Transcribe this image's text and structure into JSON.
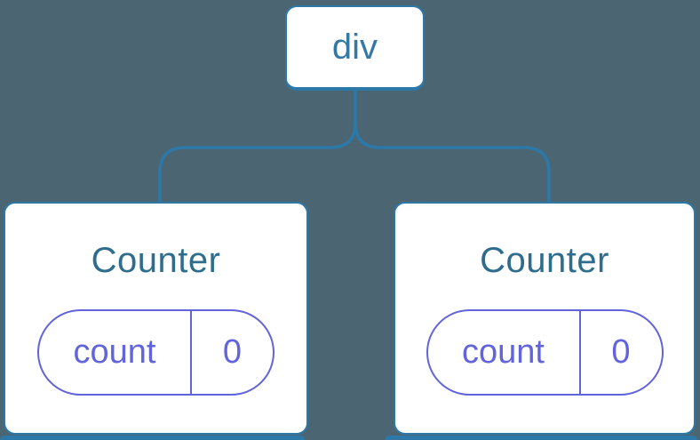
{
  "colors": {
    "background": "#4C6572",
    "connector": "#2C79A9",
    "card_background": "#FFFFFF",
    "root_label_text": "#3578A6",
    "card_title_text": "#2E6D8D",
    "state_pill_accent": "#6164DC"
  },
  "tree": {
    "root": {
      "label": "div"
    },
    "children": [
      {
        "title": "Counter",
        "state": {
          "key": "count",
          "value": "0"
        }
      },
      {
        "title": "Counter",
        "state": {
          "key": "count",
          "value": "0"
        }
      }
    ]
  }
}
